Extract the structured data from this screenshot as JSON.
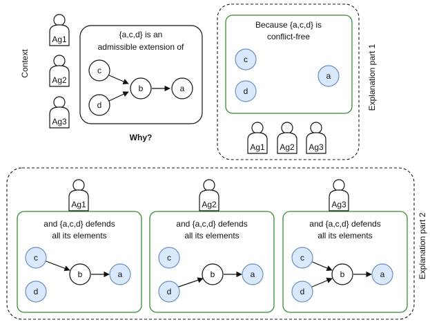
{
  "context_label": "Context",
  "why_label": "Why?",
  "question_box": {
    "line1": "{a,c,d} is an",
    "line2": "admissible extension of"
  },
  "agents": [
    "Ag1",
    "Ag2",
    "Ag3"
  ],
  "explanation_part1": {
    "label": "Explanation part 1",
    "line1": "Because {a,c,d} is",
    "line2": "conflict-free"
  },
  "explanation_part2": {
    "label": "Explanation part 2",
    "line1": "and {a,c,d} defends",
    "line2": "all its elements"
  },
  "nodes": {
    "a": "a",
    "b": "b",
    "c": "c",
    "d": "d"
  },
  "colors": {
    "highlight_fill": "#dae8fc",
    "highlight_stroke": "#6c8ebf",
    "frame_green": "#2e8b2e"
  }
}
